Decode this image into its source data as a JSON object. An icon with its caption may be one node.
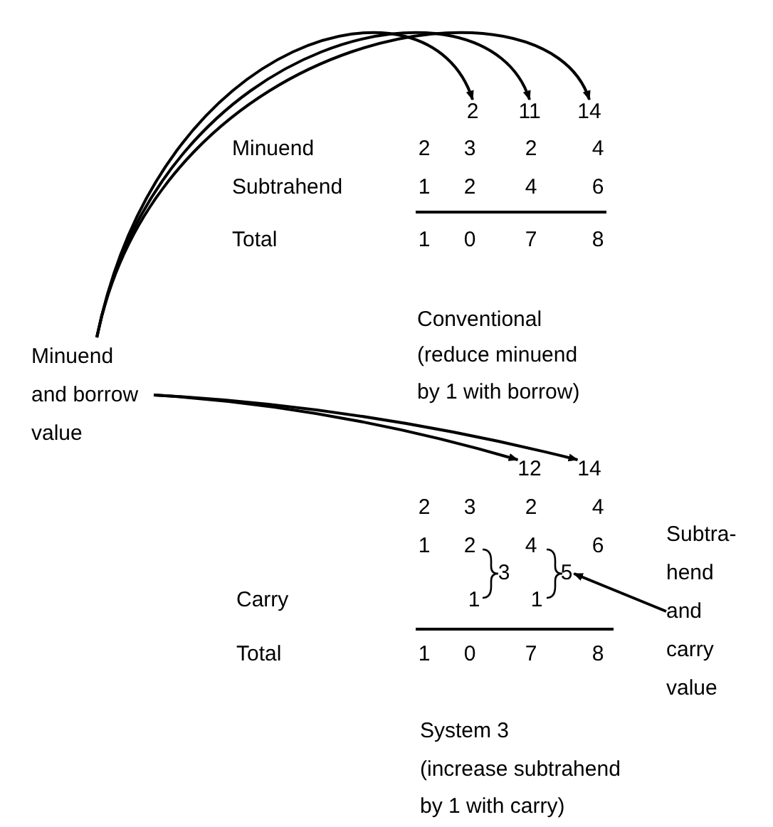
{
  "diagram": {
    "nodes": [
      {
        "text": [
          "Minuend and borrow value"
        ]
      },
      {
        "text": [
          "2"
        ]
      },
      {
        "text": [
          "11"
        ]
      },
      {
        "text": [
          "14"
        ]
      },
      {
        "text": [
          "12"
        ]
      },
      {
        "text": [
          "14"
        ]
      },
      {
        "text": [
          "5"
        ]
      },
      {
        "text": [
          "Subtra- hend and carry value"
        ]
      }
    ],
    "edges": [
      {
        "from": 0,
        "to": 1,
        "arrow": "to"
      },
      {
        "from": 0,
        "to": 2,
        "arrow": "to"
      },
      {
        "from": 0,
        "to": 3,
        "arrow": "to"
      },
      {
        "from": 0,
        "to": 4,
        "arrow": "to"
      },
      {
        "from": 0,
        "to": 5,
        "arrow": "to"
      },
      {
        "from": 7,
        "to": 6,
        "arrow": "to"
      }
    ],
    "labels": [
      "Minuend",
      "2",
      "3",
      "2",
      "4",
      "Subtrahend",
      "1",
      "2",
      "4",
      "6",
      "Total",
      "1",
      "0",
      "7",
      "8",
      "Conventional",
      "(reduce minuend by 1 with borrow)",
      "2",
      "3",
      "2",
      "4",
      "1",
      "2",
      "4",
      "6",
      "3",
      "Carry",
      "1",
      "1",
      "Total",
      "1",
      "0",
      "7",
      "8",
      "System 3",
      "(increase subtrahend by 1 with carry)"
    ]
  }
}
